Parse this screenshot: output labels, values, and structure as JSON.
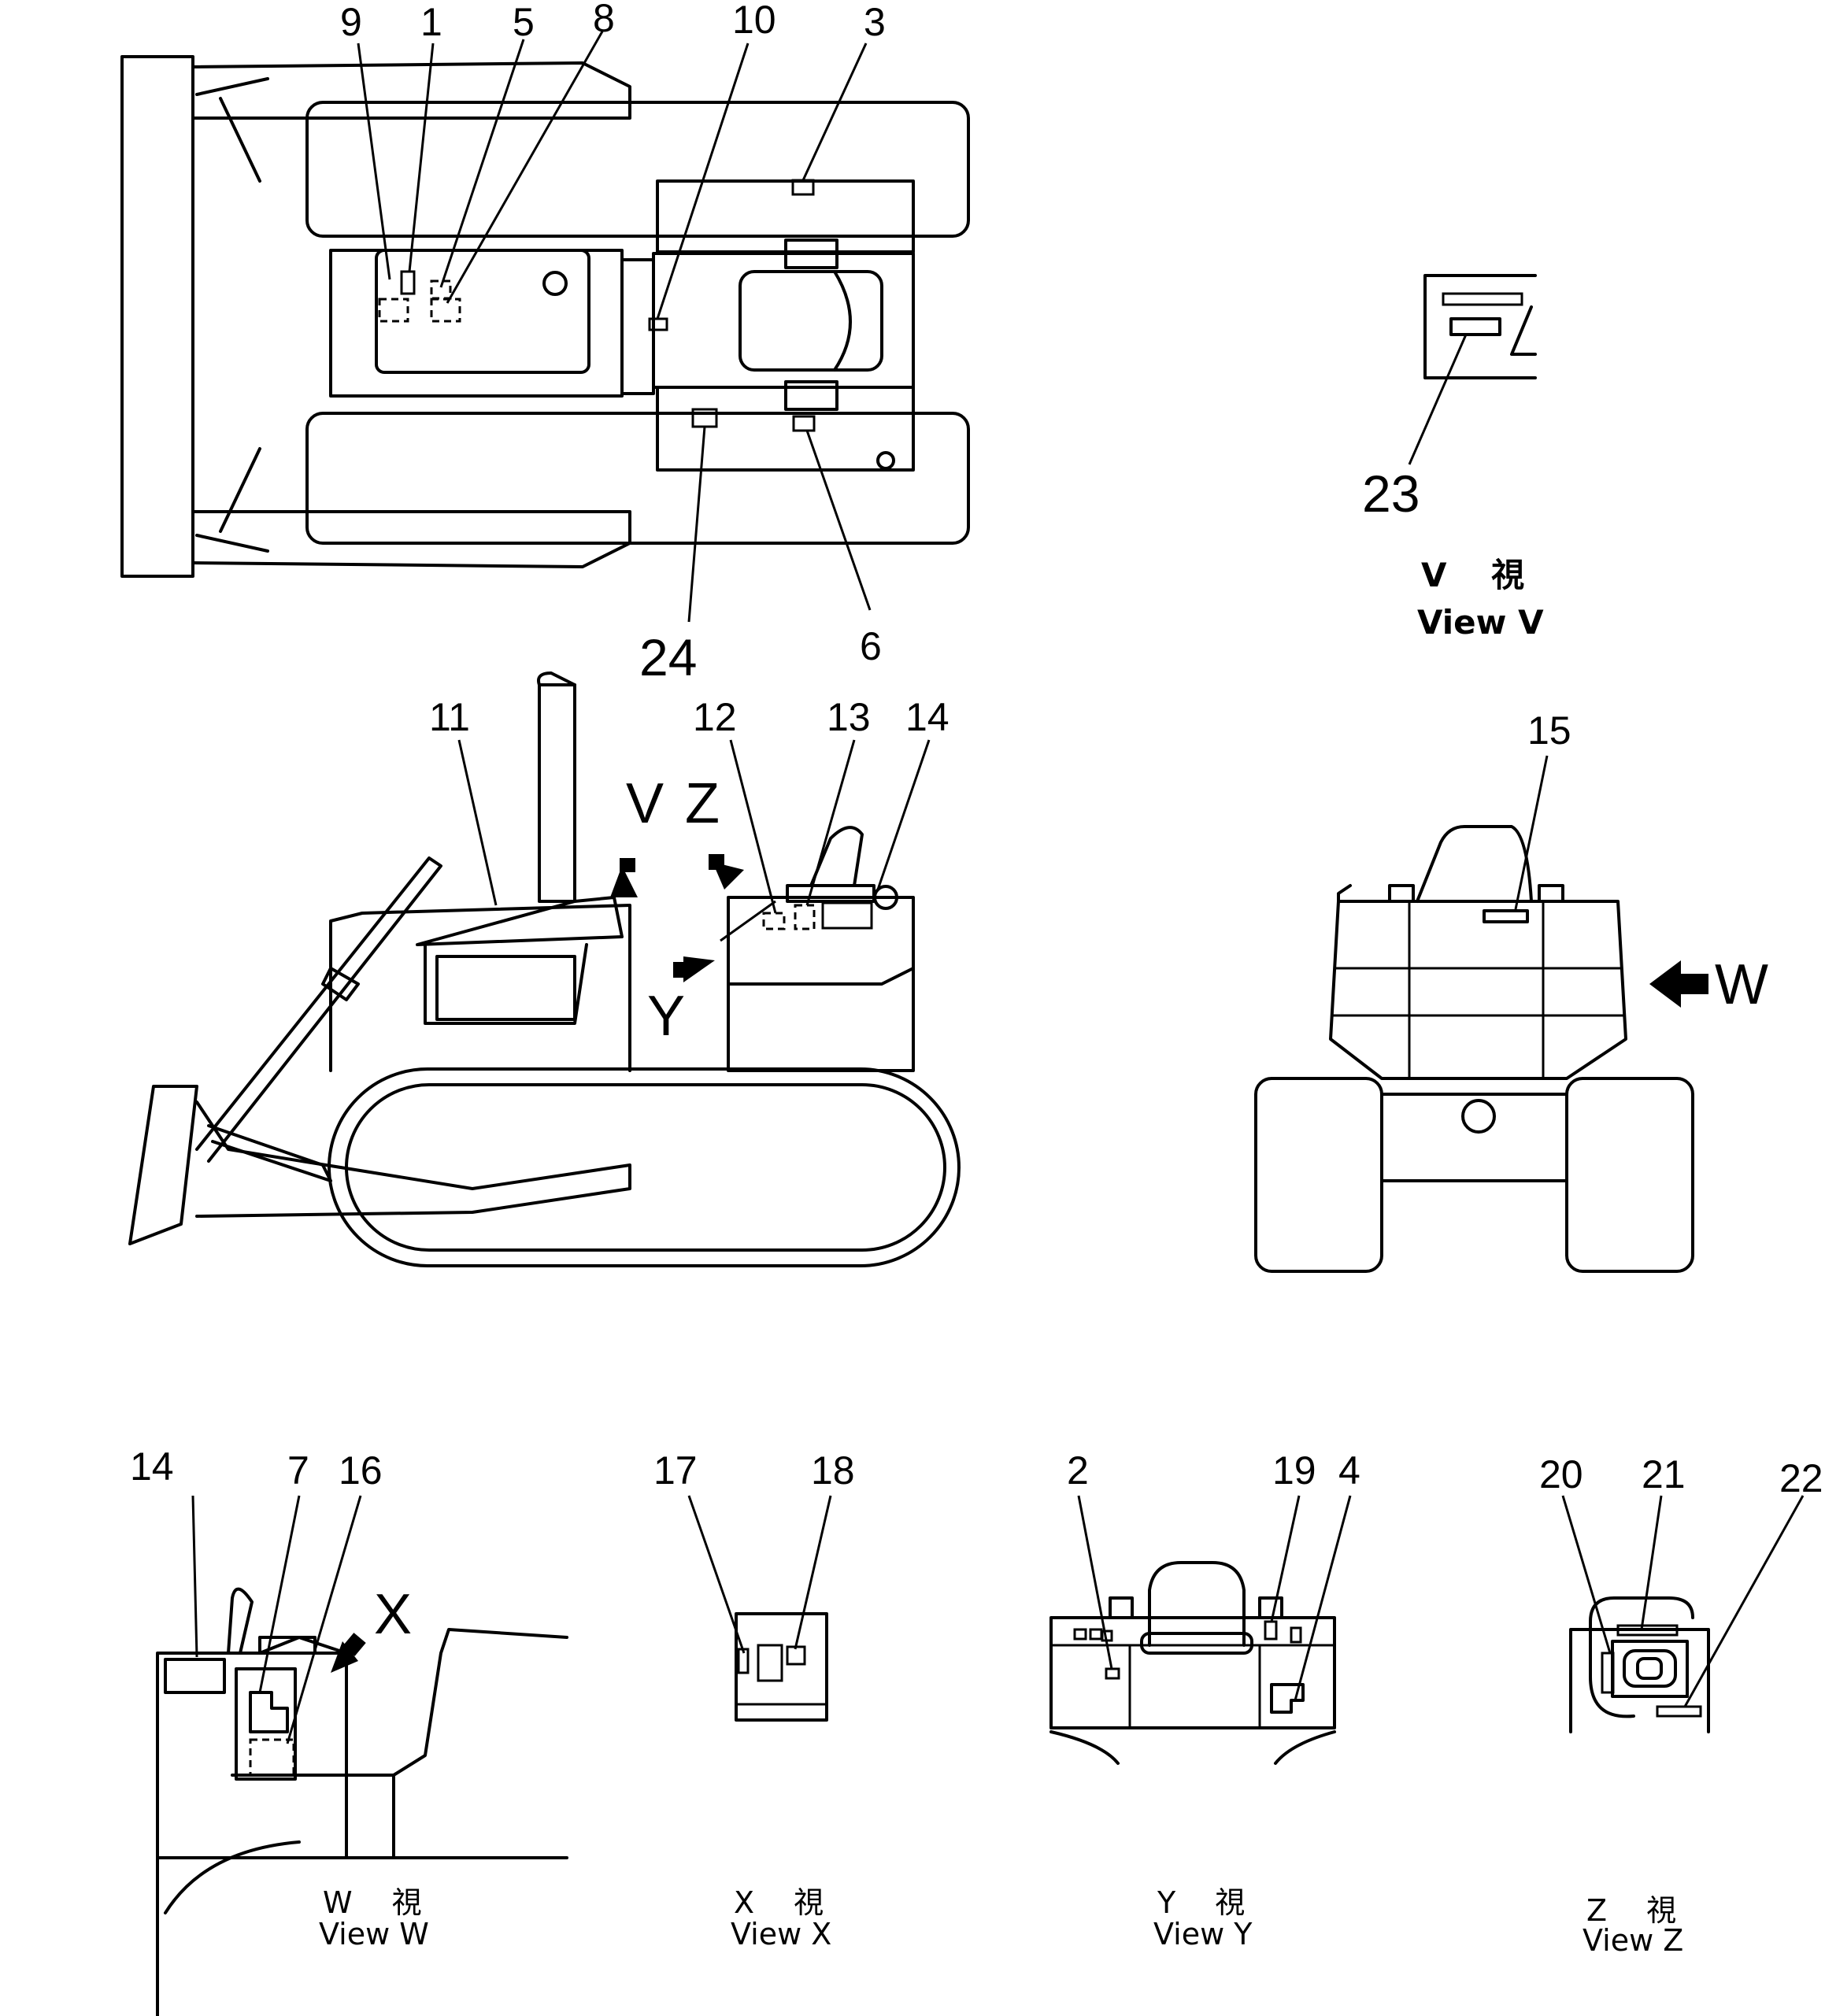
{
  "callouts": {
    "c1": "1",
    "c2": "2",
    "c3": "3",
    "c4": "4",
    "c5": "5",
    "c6": "6",
    "c7": "7",
    "c8": "8",
    "c9": "9",
    "c10": "10",
    "c11": "11",
    "c12": "12",
    "c13": "13",
    "c14": "14",
    "c14b": "14",
    "c15": "15",
    "c16": "16",
    "c17": "17",
    "c18": "18",
    "c19": "19",
    "c20": "20",
    "c21": "21",
    "c22": "22",
    "c23": "23",
    "c24": "24"
  },
  "view_letters": {
    "v": "V",
    "z": "Z",
    "y": "Y",
    "w": "W",
    "x": "X"
  },
  "captions": {
    "view_v_jp": "V　 視",
    "view_v_en": "View V",
    "view_w_jp": "W　 視",
    "view_w_en": "View W",
    "view_x_jp": "X　 視",
    "view_x_en": "View X",
    "view_y_jp": "Y　 視",
    "view_y_en": "View Y",
    "view_z_jp": "Z　 視",
    "view_z_en": "View Z"
  }
}
